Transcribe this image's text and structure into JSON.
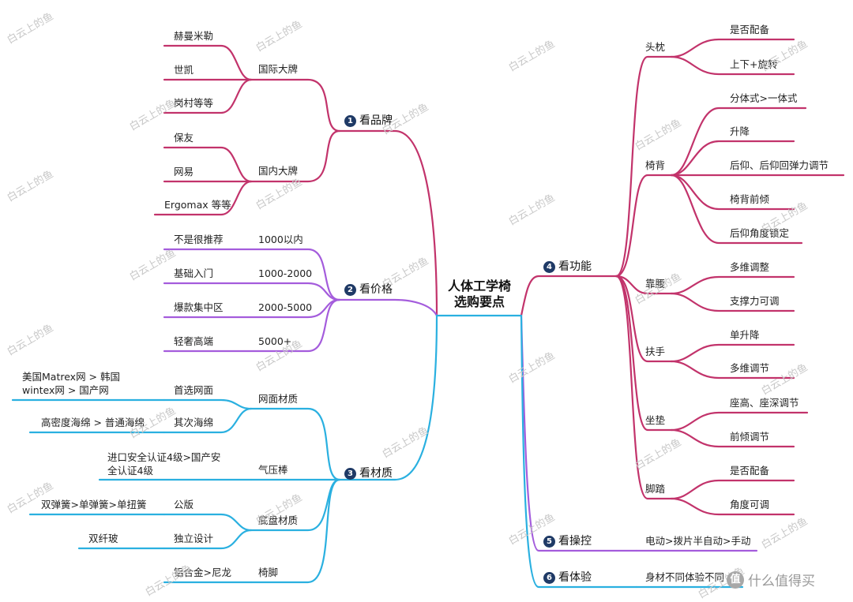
{
  "center_title": "人体工学椅\n选购要点",
  "colors": {
    "brand": "#c2336b",
    "price": "#a45cdc",
    "material": "#2ab0e0",
    "badge": "#1f3a66",
    "watermark": "#c8c8c8"
  },
  "branches": {
    "brand": {
      "num": "1",
      "label": "看品牌"
    },
    "price": {
      "num": "2",
      "label": "看价格"
    },
    "material": {
      "num": "3",
      "label": "看材质"
    },
    "function": {
      "num": "4",
      "label": "看功能"
    },
    "control": {
      "num": "5",
      "label": "看操控"
    },
    "experience": {
      "num": "6",
      "label": "看体验"
    }
  },
  "brand": {
    "intl": {
      "label": "国际大牌",
      "items": [
        "赫曼米勒",
        "世凯",
        "岗村等等"
      ]
    },
    "domestic": {
      "label": "国内大牌",
      "items": [
        "保友",
        "网易",
        "Ergomax 等等"
      ]
    }
  },
  "price": {
    "rows": [
      {
        "tier": "不是很推荐",
        "range": "1000以内"
      },
      {
        "tier": "基础入门",
        "range": "1000-2000"
      },
      {
        "tier": "爆款集中区",
        "range": "2000-5000"
      },
      {
        "tier": "轻奢高端",
        "range": "5000+"
      }
    ]
  },
  "material": {
    "mesh": {
      "label": "网面材质",
      "first": "首选网面",
      "first_note": "美国Matrex网 > 韩国\nwintex网 > 国产网",
      "second": "其次海绵",
      "second_note": "高密度海绵 > 普通海绵"
    },
    "gas": {
      "label": "气压棒",
      "note": "进口安全认证4级>国产安\n全认证4级"
    },
    "chassis": {
      "label": "底盘材质",
      "first": "公版",
      "first_note": "双弹簧>单弹簧>单扭簧",
      "second": "独立设计",
      "second_note": "双纤玻"
    },
    "legs": {
      "label": "椅脚",
      "note": "铝合金>尼龙"
    }
  },
  "function": {
    "headrest": {
      "label": "头枕",
      "items": [
        "是否配备",
        "上下+旋转"
      ]
    },
    "backrest": {
      "label": "椅背",
      "items": [
        "分体式>一体式",
        "升降",
        "后仰、后仰回弹力调节",
        "椅背前倾",
        "后仰角度锁定"
      ]
    },
    "lumbar": {
      "label": "靠腰",
      "items": [
        "多维调整",
        "支撑力可调"
      ]
    },
    "armrest": {
      "label": "扶手",
      "items": [
        "单升降",
        "多维调节"
      ]
    },
    "seat": {
      "label": "坐垫",
      "items": [
        "座高、座深调节",
        "前倾调节"
      ]
    },
    "footrest": {
      "label": "脚踏",
      "items": [
        "是否配备",
        "角度可调"
      ]
    }
  },
  "control": {
    "note": "电动>拨片半自动>手动"
  },
  "experience": {
    "note": "身材不同体验不同"
  },
  "watermark_text": "白云上的鱼",
  "logo": {
    "icon": "值",
    "text": "什么值得买"
  }
}
